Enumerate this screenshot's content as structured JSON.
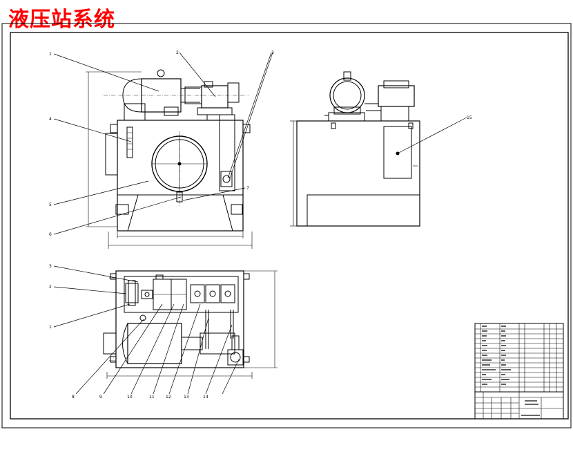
{
  "title": "液压站系统",
  "colors": {
    "title": "#ff0000",
    "line": "#000000",
    "paper": "#ffffff"
  },
  "front_view_callouts": [
    "1",
    "2",
    "3",
    "4",
    "5",
    "6",
    "7"
  ],
  "top_view_callouts_left": [
    "3",
    "2",
    "1"
  ],
  "top_view_callouts_bottom": [
    "8",
    "9",
    "10",
    "11",
    "12",
    "13",
    "14"
  ],
  "side_view_callouts": [
    "15"
  ]
}
